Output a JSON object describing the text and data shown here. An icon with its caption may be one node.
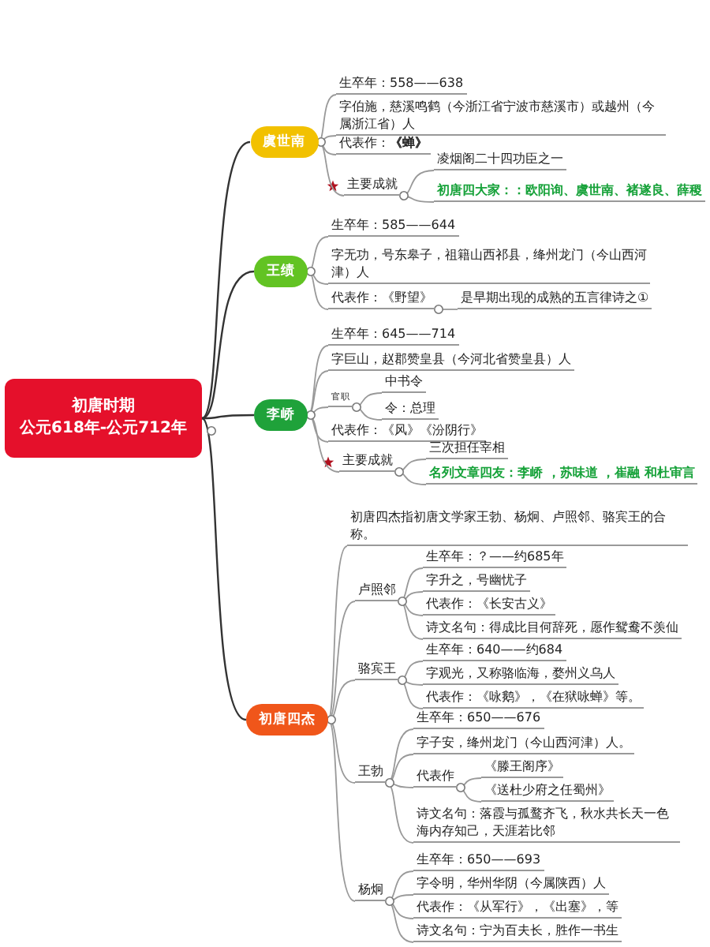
{
  "diagram": {
    "nodes": [
      {
        "text": [
          "初唐时期",
          "公元618年-公元712年"
        ]
      },
      {
        "text": [
          "虞世南"
        ]
      },
      {
        "text": [
          "生卒年：558——638"
        ]
      },
      {
        "text": [
          "字伯施，慈溪鸣鹤（今浙江省宁波市慈溪市）或越州（今属浙江省）人"
        ]
      },
      {
        "text": [
          "代表作：**《蝉》**"
        ]
      },
      {
        "text": [
          "主要成就"
        ]
      },
      {
        "text": [
          "凌烟阁二十四功臣之一"
        ]
      },
      {
        "text": [
          "初唐四大家：：欧阳询、虞世南、褚遂良、薛稷"
        ]
      },
      {
        "text": [
          "王绩"
        ]
      },
      {
        "text": [
          "生卒年：585——644"
        ]
      },
      {
        "text": [
          "字无功，号东皋子，祖籍山西祁县，绛州龙门（今山西河津）人"
        ]
      },
      {
        "text": [
          "代表作：《野望》"
        ]
      },
      {
        "text": [
          "是早期出现的成熟的五言律诗之①"
        ]
      },
      {
        "text": [
          "李峤"
        ]
      },
      {
        "text": [
          "生卒年：645——714"
        ]
      },
      {
        "text": [
          "字巨山，赵郡赞皇县（今河北省赞皇县）人"
        ]
      },
      {
        "text": [
          "官职"
        ]
      },
      {
        "text": [
          "中书令"
        ]
      },
      {
        "text": [
          "令：总理"
        ]
      },
      {
        "text": [
          "代表作：《风》《汾阴行》"
        ]
      },
      {
        "text": [
          "主要成就"
        ]
      },
      {
        "text": [
          "三次担任宰相"
        ]
      },
      {
        "text": [
          "名列文章四友：李峤 ，苏味道 ，崔融 和杜审言"
        ]
      },
      {
        "text": [
          "初唐四杰"
        ]
      },
      {
        "text": [
          "初唐四杰指初唐文学家王勃、杨炯、卢照邻、骆宾王的合称。"
        ]
      },
      {
        "text": [
          "卢照邻"
        ]
      },
      {
        "text": [
          "生卒年：？——约685年"
        ]
      },
      {
        "text": [
          "字升之，号幽忧子"
        ]
      },
      {
        "text": [
          "代表作：《长安古义》"
        ]
      },
      {
        "text": [
          "诗文名句：得成比目何辞死，愿作鸳鸯不羡仙"
        ]
      },
      {
        "text": [
          "骆宾王"
        ]
      },
      {
        "text": [
          "生卒年：640——约684"
        ]
      },
      {
        "text": [
          "字观光，又称骆临海，婺州义乌人"
        ]
      },
      {
        "text": [
          "代表作：《咏鹅》，《在狱咏蝉》等。"
        ]
      },
      {
        "text": [
          "王勃"
        ]
      },
      {
        "text": [
          "生卒年：650——676"
        ]
      },
      {
        "text": [
          "字子安，绛州龙门（今山西河津）人。"
        ]
      },
      {
        "text": [
          "代表作"
        ]
      },
      {
        "text": [
          "《滕王阁序》"
        ]
      },
      {
        "text": [
          "《送杜少府之任蜀州》"
        ]
      },
      {
        "text": [
          "诗文名句：落霞与孤鹜齐飞，秋水共长天一色海内存知己，天涯若比邻"
        ]
      },
      {
        "text": [
          "杨炯"
        ]
      },
      {
        "text": [
          "生卒年：650——693"
        ]
      },
      {
        "text": [
          "字令明，华州华阴（今属陕西）人"
        ]
      },
      {
        "text": [
          "代表作：《从军行》，《出塞》，等"
        ]
      },
      {
        "text": [
          "诗文名句：宁为百夫长，胜作一书生"
        ]
      }
    ],
    "edges": [
      {
        "from": 0,
        "to": 1,
        "arrow": "none",
        "color": "#333333"
      },
      {
        "from": 0,
        "to": 8,
        "arrow": "none",
        "color": "#333333"
      },
      {
        "from": 0,
        "to": 13,
        "arrow": "none",
        "color": "#333333"
      },
      {
        "from": 0,
        "to": 23,
        "arrow": "none",
        "color": "#333333"
      },
      {
        "from": 1,
        "to": 2,
        "arrow": "none"
      },
      {
        "from": 1,
        "to": 3,
        "arrow": "none"
      },
      {
        "from": 1,
        "to": 4,
        "arrow": "none"
      },
      {
        "from": 1,
        "to": 5,
        "arrow": "none"
      },
      {
        "from": 5,
        "to": 6,
        "arrow": "none"
      },
      {
        "from": 5,
        "to": 7,
        "arrow": "none"
      },
      {
        "from": 8,
        "to": 9,
        "arrow": "none"
      },
      {
        "from": 8,
        "to": 10,
        "arrow": "none"
      },
      {
        "from": 8,
        "to": 11,
        "arrow": "none"
      },
      {
        "from": 11,
        "to": 12,
        "arrow": "none"
      },
      {
        "from": 13,
        "to": 14,
        "arrow": "none"
      },
      {
        "from": 13,
        "to": 15,
        "arrow": "none"
      },
      {
        "from": 13,
        "to": 16,
        "arrow": "none"
      },
      {
        "from": 13,
        "to": 19,
        "arrow": "none"
      },
      {
        "from": 13,
        "to": 20,
        "arrow": "none"
      },
      {
        "from": 16,
        "to": 17,
        "arrow": "none"
      },
      {
        "from": 16,
        "to": 18,
        "arrow": "none"
      },
      {
        "from": 20,
        "to": 21,
        "arrow": "none"
      },
      {
        "from": 20,
        "to": 22,
        "arrow": "none"
      },
      {
        "from": 23,
        "to": 24,
        "arrow": "none"
      },
      {
        "from": 23,
        "to": 25,
        "arrow": "none"
      },
      {
        "from": 23,
        "to": 30,
        "arrow": "none"
      },
      {
        "from": 23,
        "to": 34,
        "arrow": "none"
      },
      {
        "from": 23,
        "to": 41,
        "arrow": "none"
      },
      {
        "from": 25,
        "to": 26,
        "arrow": "none"
      },
      {
        "from": 25,
        "to": 27,
        "arrow": "none"
      },
      {
        "from": 25,
        "to": 28,
        "arrow": "none"
      },
      {
        "from": 25,
        "to": 29,
        "arrow": "none"
      },
      {
        "from": 30,
        "to": 31,
        "arrow": "none"
      },
      {
        "from": 30,
        "to": 32,
        "arrow": "none"
      },
      {
        "from": 30,
        "to": 33,
        "arrow": "none"
      },
      {
        "from": 34,
        "to": 35,
        "arrow": "none"
      },
      {
        "from": 34,
        "to": 36,
        "arrow": "none"
      },
      {
        "from": 34,
        "to": 37,
        "arrow": "none"
      },
      {
        "from": 34,
        "to": 40,
        "arrow": "none"
      },
      {
        "from": 37,
        "to": 38,
        "arrow": "none"
      },
      {
        "from": 37,
        "to": 39,
        "arrow": "none"
      },
      {
        "from": 41,
        "to": 42,
        "arrow": "none"
      },
      {
        "from": 41,
        "to": 43,
        "arrow": "none"
      },
      {
        "from": 41,
        "to": 44,
        "arrow": "none"
      },
      {
        "from": 41,
        "to": 45,
        "arrow": "none"
      }
    ]
  }
}
